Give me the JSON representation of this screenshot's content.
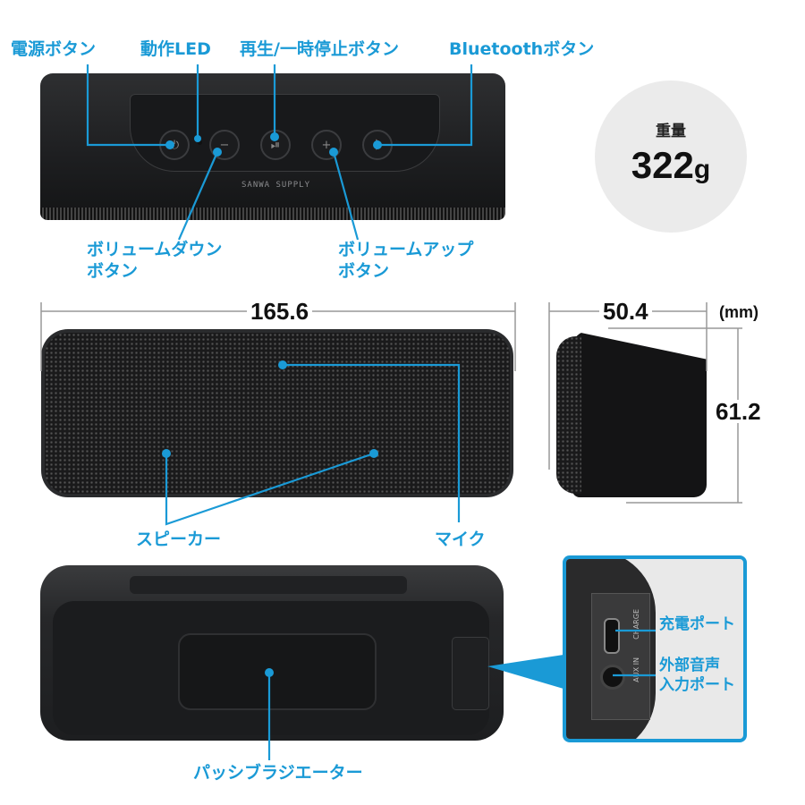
{
  "colors": {
    "accent": "#1a9ad6",
    "product": "#1d1e20",
    "weight_circle": "#ebebeb"
  },
  "top_view": {
    "brand": "SANWA SUPPLY",
    "callouts": {
      "power": "電源ボタン",
      "led": "動作LED",
      "play_pause": "再生/一時停止ボタン",
      "bluetooth": "Bluetoothボタン",
      "volume_down": [
        "ボリュームダウン",
        "ボタン"
      ],
      "volume_up": [
        "ボリュームアップ",
        "ボタン"
      ]
    },
    "buttons": [
      {
        "name": "power",
        "icon": "power-icon",
        "glyph": "⏻"
      },
      {
        "name": "volume-down",
        "icon": "minus-icon",
        "glyph": "−"
      },
      {
        "name": "play-pause",
        "icon": "play-pause-icon",
        "glyph": "⏯"
      },
      {
        "name": "volume-up",
        "icon": "plus-icon",
        "glyph": "+"
      },
      {
        "name": "bluetooth",
        "icon": "bluetooth-icon",
        "glyph": "ᛒ"
      }
    ]
  },
  "weight": {
    "label": "重量",
    "value": "322",
    "unit": "g"
  },
  "dimensions": {
    "width": "165.6",
    "depth": "50.4",
    "height": "61.2",
    "unit": "(mm)"
  },
  "front_view": {
    "callouts": {
      "speaker": "スピーカー",
      "mic": "マイク"
    }
  },
  "back_view": {
    "callouts": {
      "radiator": "パッシブラジエーター"
    },
    "inset": {
      "charge_port": "充電ポート",
      "aux_port": [
        "外部音声",
        "入力ポート"
      ],
      "printed_charge": "CHARGE",
      "printed_aux": "AUX IN"
    }
  }
}
